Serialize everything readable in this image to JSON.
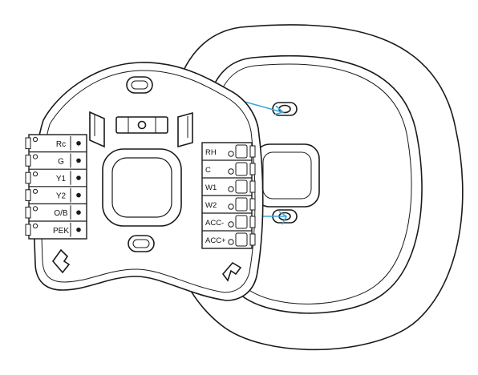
{
  "illustration": {
    "line_color": "#1a1a1a",
    "accent_color": "#3ea6d6",
    "background": "#ffffff"
  },
  "terminals_left": [
    {
      "label": "Rc"
    },
    {
      "label": "G"
    },
    {
      "label": "Y1"
    },
    {
      "label": "Y2"
    },
    {
      "label": "O/B"
    },
    {
      "label": "PEK"
    }
  ],
  "terminals_right": [
    {
      "label": "RH"
    },
    {
      "label": "C"
    },
    {
      "label": "W1"
    },
    {
      "label": "W2"
    },
    {
      "label": "ACC-"
    },
    {
      "label": "ACC+"
    }
  ]
}
